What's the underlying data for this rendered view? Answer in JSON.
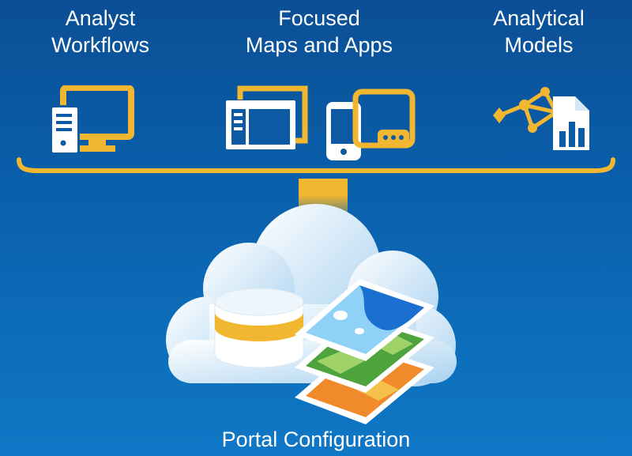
{
  "headings": {
    "analyst": {
      "line1": "Analyst",
      "line2": "Workflows"
    },
    "focused": {
      "line1": "Focused",
      "line2": "Maps and Apps"
    },
    "models": {
      "line1": "Analytical",
      "line2": "Models"
    }
  },
  "icons": {
    "analyst": "desktop-computer-icon",
    "focused": [
      "desktop-app-icon",
      "phone-icon",
      "tablet-icon"
    ],
    "models": "network-report-icon",
    "storage": "database-icon",
    "layers": "map-layers-icon"
  },
  "footer_label": "Portal Configuration",
  "colors": {
    "accent": "#f2b731",
    "background": "#0a5ea8",
    "icon_white": "#ffffff"
  }
}
